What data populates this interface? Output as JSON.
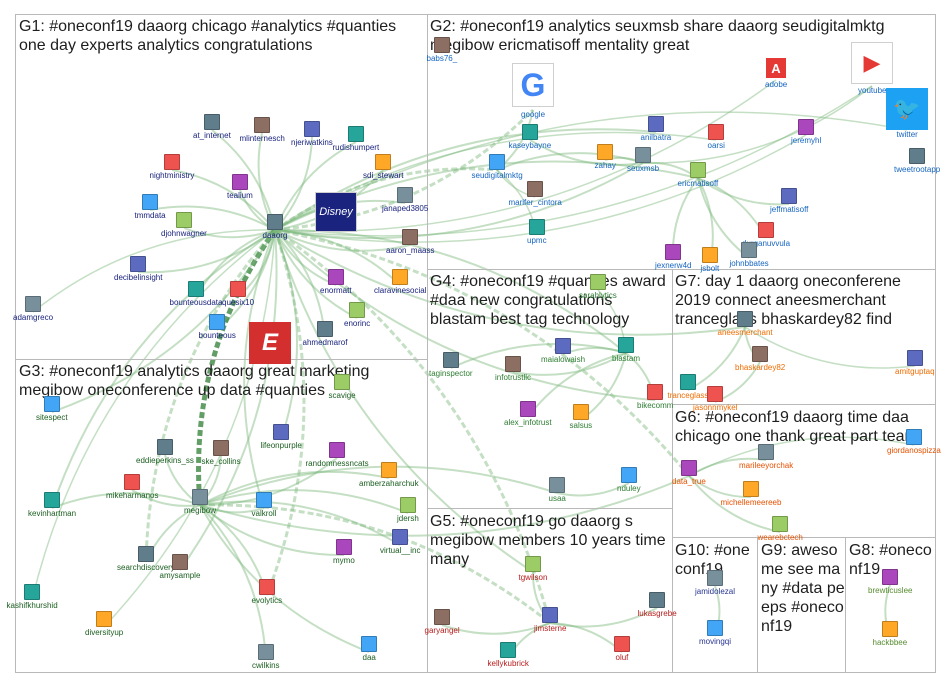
{
  "groups": [
    {
      "id": "G1",
      "title": "G1: #oneconf19 daaorg chicago #analytics #quanties one day experts analytics congratulations"
    },
    {
      "id": "G2",
      "title": "G2: #oneconf19 analytics seuxmsb share daaorg seudigitalmktg megibow ericmatisoff mentality great"
    },
    {
      "id": "G3",
      "title": "G3: #oneconf19 analytics daaorg great marketing megibow oneconference up data #quanties"
    },
    {
      "id": "G4",
      "title": "G4: #oneconf19 #quanties award #daa new congratulations blastam best tag technology"
    },
    {
      "id": "G5",
      "title": "G5: #oneconf19 go daaorg s megibow members 10 years time many"
    },
    {
      "id": "G6",
      "title": "G6: #oneconf19 daaorg time daa chicago one thank great part team"
    },
    {
      "id": "G7",
      "title": "G7: day 1 daaorg oneconferene 2019 connect aneesmerchant tranceglass bhaskardey82 find"
    },
    {
      "id": "G8",
      "title": "G8: #oneconf19"
    },
    {
      "id": "G9",
      "title": "G9: awesome see many #data peeps #oneconf19"
    },
    {
      "id": "G10",
      "title": "G10: #oneconf19"
    }
  ],
  "colors": {
    "G1": "#1a237e",
    "G2": "#1565c0",
    "G3": "#1b5e20",
    "G4": "#2e7d32",
    "G5": "#b71c1c",
    "G6": "#e65100",
    "G7": "#ef6c00",
    "G8": "#558b2f",
    "G9": "#ad1457",
    "G10": "#283593",
    "edge": "#7cb87c",
    "edge_strong": "#2e7d32"
  },
  "logos": {
    "disney": "Disney",
    "google": "G",
    "youtube": "▶",
    "twitter": "🐦",
    "adobe": "A",
    "espn": "E"
  },
  "nodes": {
    "G1": [
      "at_internet",
      "mlinternesch",
      "njeriwatkins",
      "rudishumpert",
      "nightministry",
      "tealium",
      "sdi_stewart",
      "janaped3805",
      "tmmdata",
      "djohnwagner",
      "daaorg",
      "disney",
      "aaron_maass",
      "decibelinsight",
      "bounteousdata",
      "quesix10",
      "enormatt",
      "claravinesocial",
      "adamgreco",
      "bounteous",
      "enorinc",
      "ahmedmarof"
    ],
    "G2": [
      "babs76_",
      "google",
      "adobe",
      "youtube",
      "twitter",
      "anilbatra",
      "kaseybayne",
      "oarsi",
      "jeremyhl",
      "zahay",
      "seuxmsb",
      "seudigitalmktg",
      "ericmatisoff",
      "tweetrootapp",
      "marifer_cintora",
      "jeffmatisoff",
      "upmc",
      "durganuvvula",
      "jexnerw4d",
      "jsbolt",
      "johnbbates"
    ],
    "G3": [
      "sitespect",
      "scavige",
      "eddieperkins_ss",
      "ske_collins",
      "lifeonpurple",
      "kevinhartman",
      "mikeharmanos",
      "randomnessncats",
      "amberzaharchuk",
      "megibow",
      "valkroll",
      "jdersh",
      "searchdiscovery",
      "amysample",
      "virtual__inc",
      "kashifkhurshid",
      "evolytics",
      "mymo",
      "diversityup",
      "cwilkins",
      "daa"
    ],
    "G4": [
      "sarahlytics",
      "taginspector",
      "infotrustllc",
      "maialowaish",
      "blastam",
      "bikecomm",
      "alex_infotrust",
      "salsus",
      "usaa",
      "nduley"
    ],
    "G5": [
      "tgwilson",
      "lukasgrebe",
      "garyangel",
      "jimsterne",
      "kellykubrick",
      "oluf"
    ],
    "G6": [
      "data_true",
      "michellemeereeb",
      "marileeyorchak",
      "giordanospizza",
      "wearebctech"
    ],
    "G7": [
      "aneesmerchant",
      "bhaskardey82",
      "amitguptaq",
      "tranceglass",
      "jasonnmykel"
    ],
    "G8": [
      "brewticuslee",
      "hackbbee"
    ],
    "G9": [],
    "G10": [
      "jamidolezal",
      "movingqi"
    ]
  }
}
